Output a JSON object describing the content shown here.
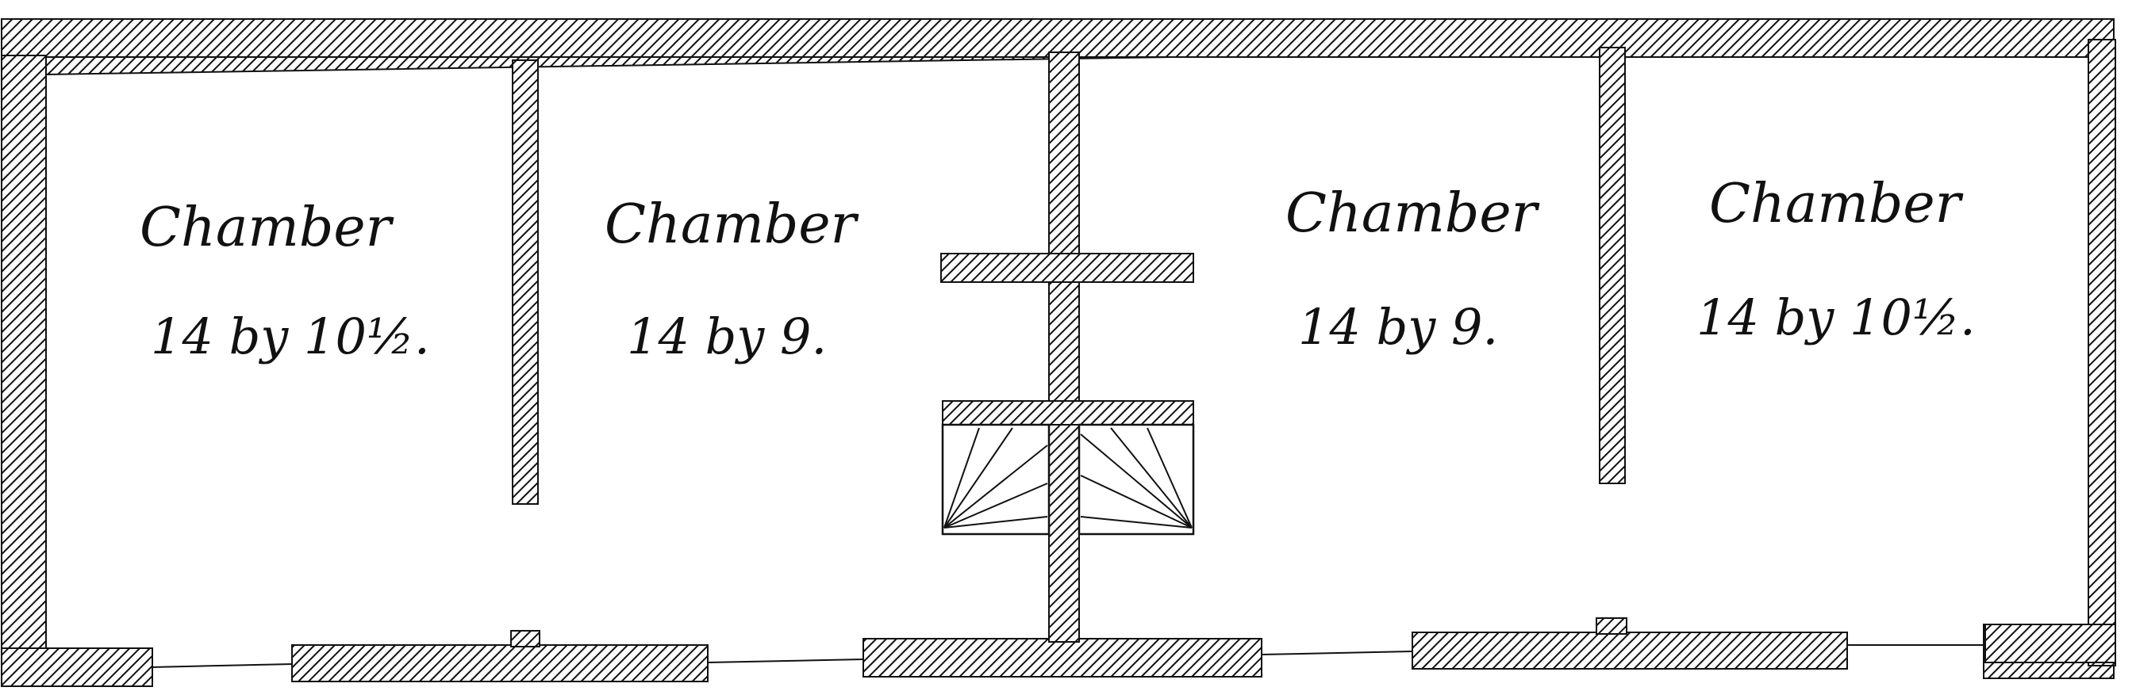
{
  "rooms": [
    {
      "name": "Chamber",
      "size": "14 by 10½."
    },
    {
      "name": "Chamber",
      "size": "14 by 9."
    },
    {
      "name": "Chamber",
      "size": "14 by 9."
    },
    {
      "name": "Chamber",
      "size": "14 by 10½."
    }
  ],
  "colors": {
    "ink": "#111111",
    "hatch_fill": "#ffffff"
  }
}
